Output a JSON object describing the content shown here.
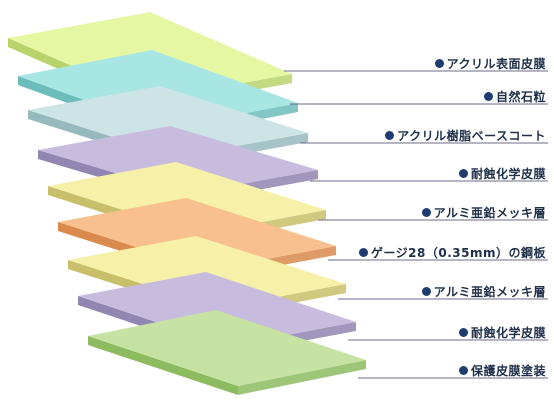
{
  "layers": [
    {
      "label": "アクリル表面皮膜",
      "top": "#e6f7a4",
      "side": "#b9d36c"
    },
    {
      "label": "自然石粒",
      "top": "#a8e6e4",
      "side": "#6cbcbc"
    },
    {
      "label": "アクリル樹脂ベースコート",
      "top": "#cce4e6",
      "side": "#96b9bd"
    },
    {
      "label": "耐蝕化学皮膜",
      "top": "#c7bcde",
      "side": "#9185b2"
    },
    {
      "label": "アルミ亜鉛メッキ層",
      "top": "#f6f0a8",
      "side": "#c9bf6a"
    },
    {
      "label": "ゲージ28（0.35mm）の鋼板",
      "top": "#f7c08e",
      "side": "#d98a4c"
    },
    {
      "label": "アルミ亜鉛メッキ層",
      "top": "#f6f0a8",
      "side": "#c9bf6a"
    },
    {
      "label": "耐蝕化学皮膜",
      "top": "#c7bcde",
      "side": "#9185b2"
    },
    {
      "label": "保護皮膜塗装",
      "top": "#c6e3a4",
      "side": "#8dbc60"
    }
  ]
}
